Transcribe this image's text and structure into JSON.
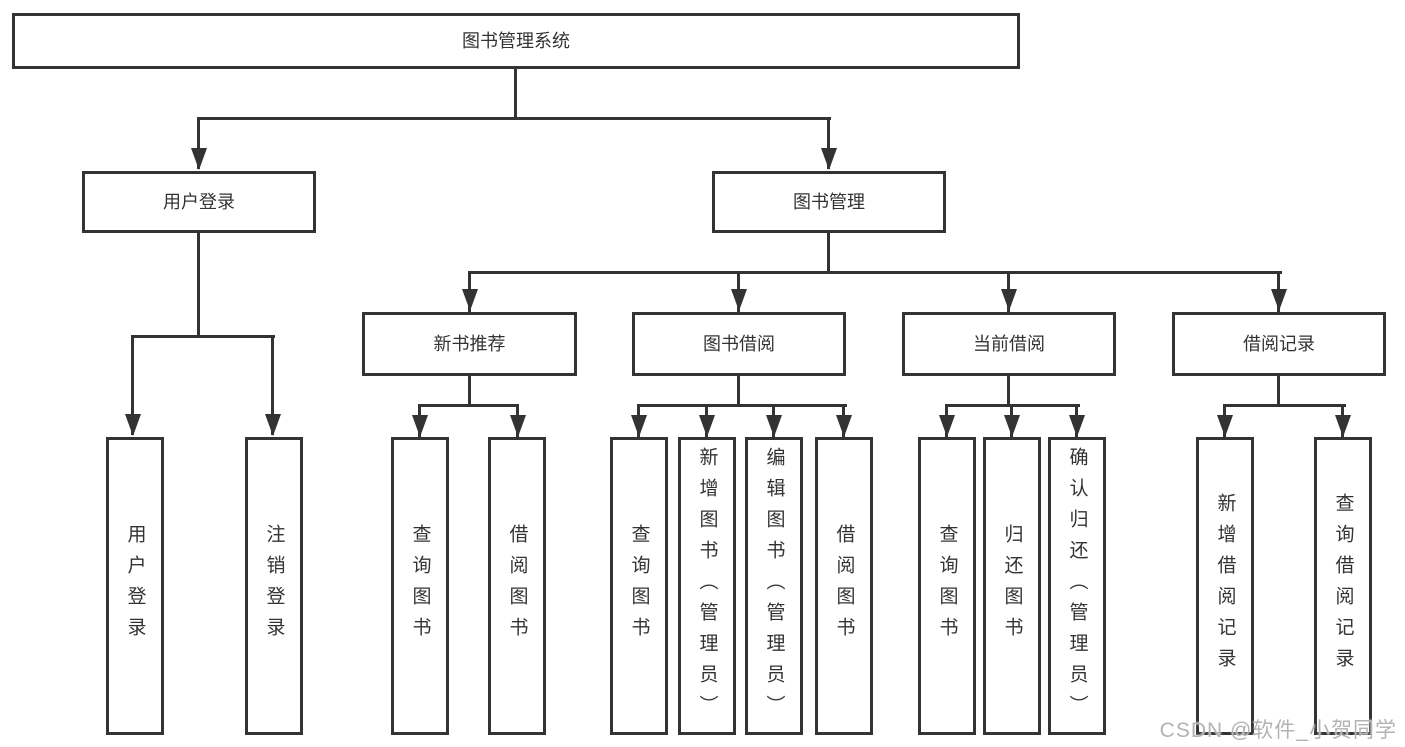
{
  "diagram": {
    "root": {
      "label": "图书管理系统"
    },
    "branches": [
      {
        "label": "用户登录",
        "children": [
          {
            "label": "用户登录"
          },
          {
            "label": "注销登录"
          }
        ]
      },
      {
        "label": "图书管理",
        "children": [
          {
            "label": "新书推荐",
            "children": [
              {
                "label": "查询图书"
              },
              {
                "label": "借阅图书"
              }
            ]
          },
          {
            "label": "图书借阅",
            "children": [
              {
                "label": "查询图书"
              },
              {
                "label": "新增图书（管理员）"
              },
              {
                "label": "编辑图书（管理员）"
              },
              {
                "label": "借阅图书"
              }
            ]
          },
          {
            "label": "当前借阅",
            "children": [
              {
                "label": "查询图书"
              },
              {
                "label": "归还图书"
              },
              {
                "label": "确认归还（管理员）"
              }
            ]
          },
          {
            "label": "借阅记录",
            "children": [
              {
                "label": "新增借阅记录"
              },
              {
                "label": "查询借阅记录"
              }
            ]
          }
        ]
      }
    ]
  },
  "watermark": {
    "text": "CSDN @软件_小贺同学"
  },
  "colors": {
    "line": "#333333",
    "text": "#333333",
    "background": "#ffffff",
    "watermark": "#b3b3b3"
  }
}
